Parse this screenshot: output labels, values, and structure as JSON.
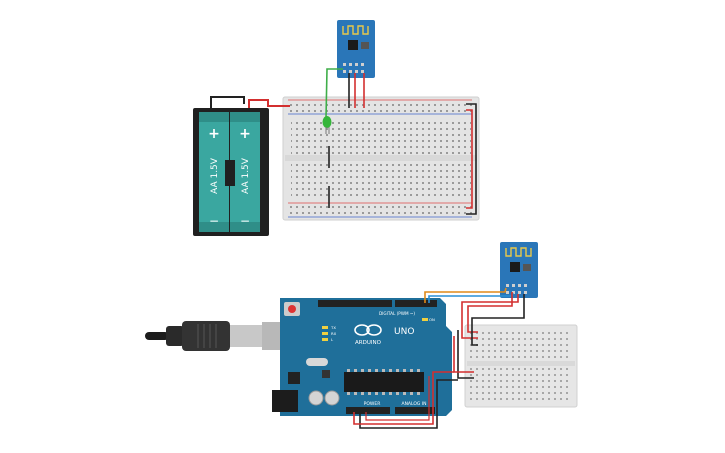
{
  "battery_pack": {
    "cells": [
      {
        "label": "AA 1.5V",
        "plus": "+",
        "minus": "−"
      },
      {
        "label": "AA 1.5V",
        "plus": "+",
        "minus": "−"
      }
    ]
  },
  "arduino": {
    "brand_text": "ARDUINO",
    "model_text": "UNO",
    "digital_label": "DIGITAL (PWM ~)",
    "power_label": "POWER",
    "analog_label": "ANALOG IN",
    "led_labels": [
      "TX",
      "RX",
      "L",
      "ON"
    ]
  },
  "colors": {
    "board_blue": "#1f6f9a",
    "breadboard": "#e6e6e6",
    "wire_red": "#d32f2f",
    "wire_black": "#222222",
    "wire_green": "#3fae49",
    "wire_orange": "#e08a1a",
    "wire_blue": "#2a8fd6",
    "led_green": "#35b53a",
    "battery_teal": "#3aa7a0",
    "esp_blue": "#2a76b8"
  }
}
